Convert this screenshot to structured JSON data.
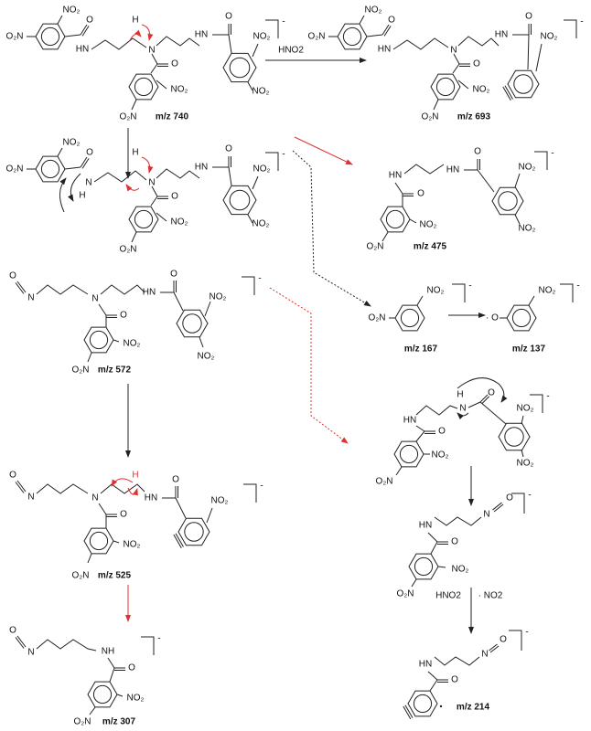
{
  "atoms": {
    "no2": "NO₂",
    "o2n": "O₂N",
    "hn": "HN",
    "nh": "NH",
    "n": "N",
    "o": "O",
    "h": "H",
    "o_rad": "· O",
    "charge": "-"
  },
  "compounds": [
    {
      "id": "c740",
      "mz": "m/z 740"
    },
    {
      "id": "c693",
      "mz": "m/z 693"
    },
    {
      "id": "c475",
      "mz": "m/z 475"
    },
    {
      "id": "c167",
      "mz": "m/z 167"
    },
    {
      "id": "c137",
      "mz": "m/z 137"
    },
    {
      "id": "c572",
      "mz": "m/z 572"
    },
    {
      "id": "c525",
      "mz": "m/z 525"
    },
    {
      "id": "c307",
      "mz": "m/z 307"
    },
    {
      "id": "c214",
      "mz": "m/z 214"
    }
  ],
  "reagents": {
    "hno2_top": "HNO2",
    "hno2": "HNO2",
    "no2_rad": "· NO2"
  },
  "colors": {
    "bond": "#222222",
    "red_arrow": "#e03030"
  }
}
